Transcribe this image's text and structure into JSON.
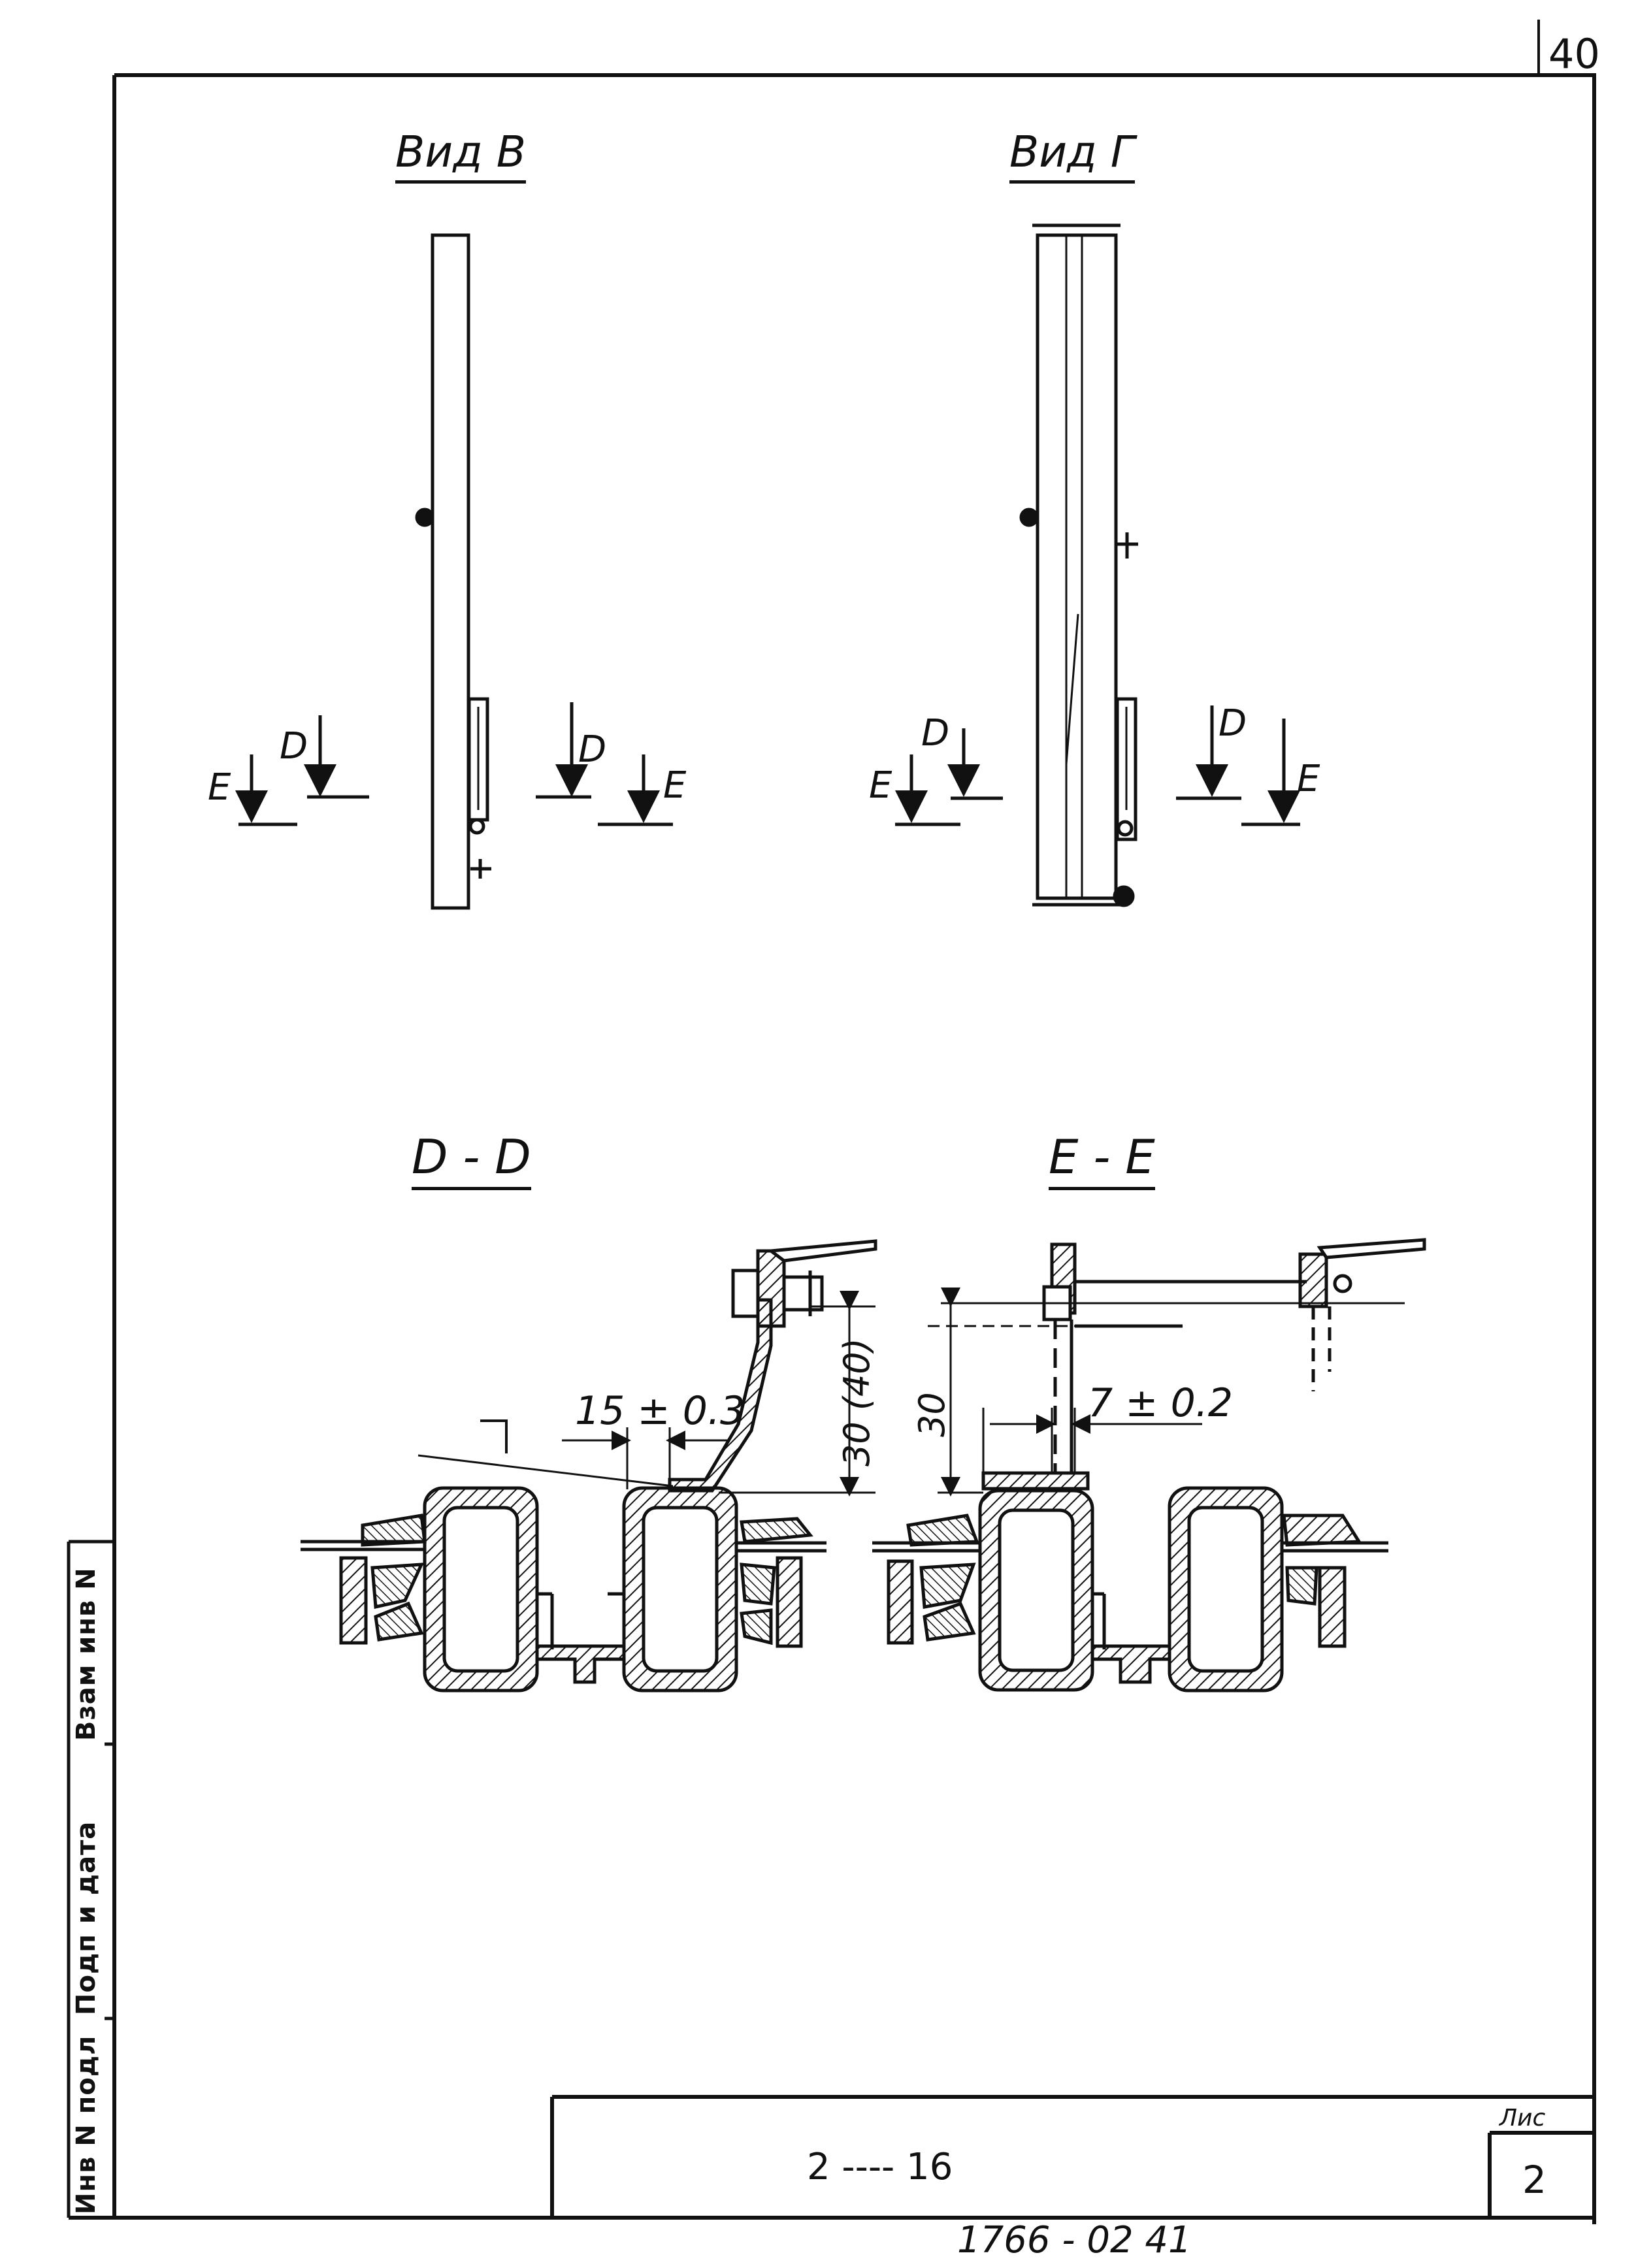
{
  "sheet": {
    "corner_number": "40",
    "sheet_label": "Лис",
    "sheet_number": "2",
    "drawing_code": "2 ---- 16",
    "bottom_code": "1766 - 02  41"
  },
  "views": {
    "view_b_title": "Вид В",
    "view_g_title": "Вид Г",
    "section_dd_title": "D - D",
    "section_ee_title": "E - E"
  },
  "cut_markers": {
    "d": "D",
    "e": "E"
  },
  "dimensions": {
    "dd_gap": "15 ± 0.3",
    "dd_height": "30 (40)",
    "ee_gap": "7 ± 0.2",
    "ee_height": "30"
  },
  "side_stamp": {
    "inv_original": "Инв N подл",
    "signature_date": "Подп и дата",
    "replaced_inv": "Взам инв N"
  }
}
